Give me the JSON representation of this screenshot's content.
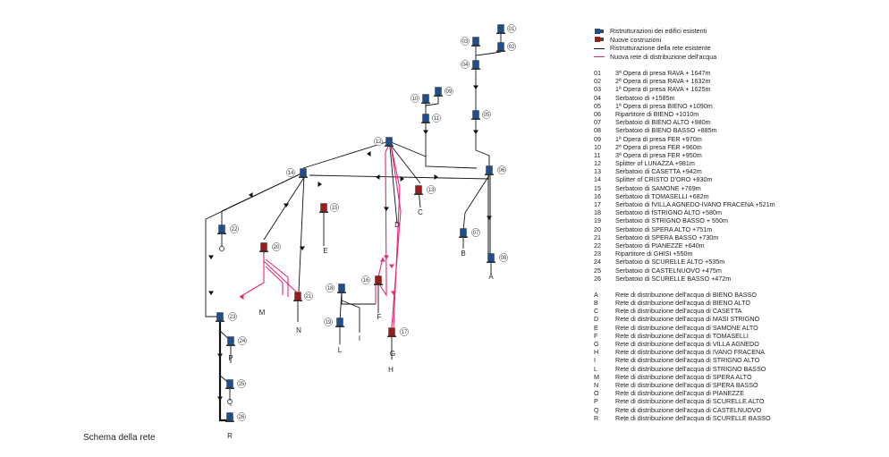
{
  "title": "Schema della rete",
  "colors": {
    "existing_building": "#1f4e8c",
    "new_building": "#9b1b1f",
    "existing_network": "#111111",
    "new_network": "#e0297a"
  },
  "legend": [
    {
      "label": "Ristrutturazioni dei edifici esistenti",
      "kind": "box",
      "color": "#1f4e8c"
    },
    {
      "label": "Nuove costruzioni",
      "kind": "box",
      "color": "#9b1b1f"
    },
    {
      "label": "Ristrutturazione della rete esistente",
      "kind": "line",
      "color": "#111111"
    },
    {
      "label": "Nuova rete di distribuzione dell'acqua",
      "kind": "line",
      "color": "#e0297a"
    }
  ],
  "nodes": [
    {
      "id": "01",
      "label": "3ª Opera di presa RAVA + 1647m"
    },
    {
      "id": "02",
      "label": "2ª Opera di presa RAVA + 1632m"
    },
    {
      "id": "03",
      "label": "1ª Opera di presa RAVA + 1625m"
    },
    {
      "id": "04",
      "label": "Serbatoio di +1585m"
    },
    {
      "id": "05",
      "label": "1ª Opera di presa BIENO +1090m"
    },
    {
      "id": "06",
      "label": "Ripartitore di BIENO +1010m"
    },
    {
      "id": "07",
      "label": "Serbatoio di  BIENO ALTO +980m"
    },
    {
      "id": "08",
      "label": "Serbatoio di BIENO BASSO +885m"
    },
    {
      "id": "09",
      "label": "1ª Opera di presa  FER +970m"
    },
    {
      "id": "10",
      "label": "2ª Opera di presa FER +960m"
    },
    {
      "id": "11",
      "label": "3ª Opera di presa FER +950m"
    },
    {
      "id": "12",
      "label": "Splitter of LUNAZZA +981m"
    },
    {
      "id": "13",
      "label": "Serbatoio di CASETTA +942m"
    },
    {
      "id": "14",
      "label": "Splitter of CRISTO D'ORO +830m"
    },
    {
      "id": "15",
      "label": "Serbatoio di SAMONE +769m"
    },
    {
      "id": "16",
      "label": "Serbatoio di TOMASELLI +682m"
    },
    {
      "id": "17",
      "label": "Serbatoio di fVILLA AGNEDO-IVANO FRACENA +521m"
    },
    {
      "id": "18",
      "label": "Serbatoio di fSTRIGNO ALTO +580m"
    },
    {
      "id": "19",
      "label": "Serbatoio di STRIGNO BASSO + 550m"
    },
    {
      "id": "20",
      "label": "Serbatoio di SPERA ALTO +751m"
    },
    {
      "id": "21",
      "label": "Serbatoio di SPERA BASSO +730m"
    },
    {
      "id": "22",
      "label": "Serbatoio di PIANEZZE +640m"
    },
    {
      "id": "23",
      "label": "Ripartitore di GHISI +550m"
    },
    {
      "id": "24",
      "label": "Serbatoio di SCURELLE ALTO +535m"
    },
    {
      "id": "25",
      "label": "Serbatoio di CASTELNUOVO +475m"
    },
    {
      "id": "26",
      "label": "Serbatoio di SCURELLE BASSO +472m"
    }
  ],
  "networks": [
    {
      "id": "A",
      "label": "Rete di distribuzione dell'acqua di BIENO BASSO"
    },
    {
      "id": "B",
      "label": "Rete di distribuzione dell'acqua di BIENO ALTO"
    },
    {
      "id": "C",
      "label": "Rete di distribuzione dell'acqua di CASETTA"
    },
    {
      "id": "D",
      "label": "Rete di distribuzione dell'acqua di MASI STRIGNO"
    },
    {
      "id": "E",
      "label": "Rete di distribuzione dell'acqua di SAMONE ALTO"
    },
    {
      "id": "F",
      "label": "Rete di distribuzione dell'acqua di TOMASELLI"
    },
    {
      "id": "G",
      "label": "Rete di distribuzione dell'acqua di VILLA AGNEDO"
    },
    {
      "id": "H",
      "label": "Rete di distribuzione dell'acqua di IVANO FRACENA"
    },
    {
      "id": "I",
      "label": "Rete di distribuzione dell'acqua di STRIGNO ALTO"
    },
    {
      "id": "L",
      "label": "Rete di distribuzione dell'acqua di STRIGNO BASSO"
    },
    {
      "id": "M",
      "label": "Rete di distribuzione dell'acqua di SPERA ALTO"
    },
    {
      "id": "N",
      "label": "Rete di distribuzione dell'acqua di SPERA BASSO"
    },
    {
      "id": "O",
      "label": "Rete di distribuzione dell'acqua di PIANEZZE"
    },
    {
      "id": "P",
      "label": "Rete di distribuzione dell'acqua di SCURELLE ALTO"
    },
    {
      "id": "Q",
      "label": "Rete di distribuzione dell'acqua di CASTELNUOVO"
    },
    {
      "id": "R",
      "label": "Rete di distribuzione dell'acqua di SCURELLE BASSO"
    }
  ]
}
